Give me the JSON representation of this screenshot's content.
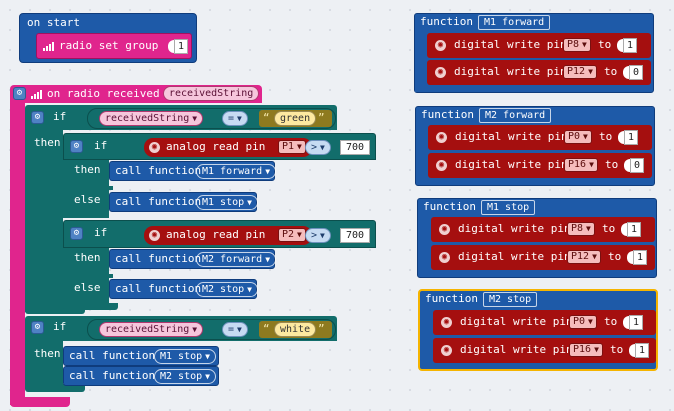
{
  "on_start": {
    "hat": "on start",
    "radio_set_group": "radio set group",
    "group_value": "1"
  },
  "on_radio": {
    "hat": "on radio received",
    "param": "receivedString",
    "if1": {
      "if_kw": "if",
      "then_kw": "then",
      "var": "receivedString",
      "op": "=",
      "open_quote": "“",
      "string": "green",
      "close_quote": "”",
      "inner_if_a": {
        "if_kw": "if",
        "then_kw": "then",
        "else_kw": "else",
        "analog_label": "analog read pin",
        "pin": "P1",
        "op": ">",
        "value": "700",
        "then_call_kw": "call function",
        "then_call_name": "M1 forward",
        "else_call_kw": "call function",
        "else_call_name": "M1 stop"
      },
      "inner_if_b": {
        "if_kw": "if",
        "then_kw": "then",
        "else_kw": "else",
        "analog_label": "analog read pin",
        "pin": "P2",
        "op": ">",
        "value": "700",
        "then_call_kw": "call function",
        "then_call_name": "M2 forward",
        "else_call_kw": "call function",
        "else_call_name": "M2 stop"
      }
    },
    "if2": {
      "if_kw": "if",
      "then_kw": "then",
      "var": "receivedString",
      "op": "=",
      "open_quote": "“",
      "string": "white",
      "close_quote": "”",
      "call1_kw": "call function",
      "call1_name": "M1 stop",
      "call2_kw": "call function",
      "call2_name": "M2 stop"
    }
  },
  "functions": [
    {
      "kw": "function",
      "name": "M1 forward",
      "rows": [
        {
          "label": "digital write pin",
          "pin": "P8",
          "to": "to",
          "value": "1"
        },
        {
          "label": "digital write pin",
          "pin": "P12",
          "to": "to",
          "value": "0"
        }
      ]
    },
    {
      "kw": "function",
      "name": "M2 forward",
      "rows": [
        {
          "label": "digital write pin",
          "pin": "P0",
          "to": "to",
          "value": "1"
        },
        {
          "label": "digital write pin",
          "pin": "P16",
          "to": "to",
          "value": "0"
        }
      ]
    },
    {
      "kw": "function",
      "name": "M1 stop",
      "rows": [
        {
          "label": "digital write pin",
          "pin": "P8",
          "to": "to",
          "value": "1"
        },
        {
          "label": "digital write pin",
          "pin": "P12",
          "to": "to",
          "value": "1"
        }
      ]
    },
    {
      "kw": "function",
      "name": "M2 stop",
      "rows": [
        {
          "label": "digital write pin",
          "pin": "P0",
          "to": "to",
          "value": "1"
        },
        {
          "label": "digital write pin",
          "pin": "P16",
          "to": "to",
          "value": "1"
        }
      ]
    }
  ],
  "colors": {
    "events": "#1e5aa8",
    "radio": "#e0258d",
    "logic": "#126d6b",
    "pins": "#a50f0f",
    "selected_outline": "#f5b400"
  },
  "icons": [
    "signal-icon",
    "gear-icon",
    "dropdown-arrow-icon",
    "pin-icon"
  ]
}
